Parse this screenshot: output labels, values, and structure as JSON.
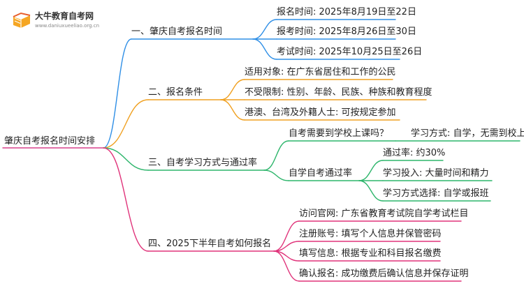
{
  "logo": {
    "name": "大牛教育自考网",
    "url": "www.daniuxueeliao.org.cn",
    "colors": {
      "primary": "#f5a623",
      "accent": "#e85d2a"
    }
  },
  "root": {
    "label": "肇庆自考报名时间安排"
  },
  "colors": {
    "root_line": "#d9408c",
    "branch1": "#2f8fe6",
    "branch2": "#f0a020",
    "branch3": "#2db56b",
    "branch4": "#e0337a"
  },
  "branches": [
    {
      "label": "一、肇庆自考报名时间",
      "children": [
        {
          "label": "报名时间: 2025年8月19日至22日"
        },
        {
          "label": "报考时间: 2025年8月26日至30日"
        },
        {
          "label": "考试时间: 2025年10月25日至26日"
        }
      ]
    },
    {
      "label": "二、报名条件",
      "children": [
        {
          "label": "适用对象: 在广东省居住和工作的公民"
        },
        {
          "label": "不受限制: 性别、年龄、民族、种族和教育程度"
        },
        {
          "label": "港澳、台湾及外籍人士: 可按规定参加"
        }
      ]
    },
    {
      "label": "三、自考学习方式与通过率",
      "children": [
        {
          "label": "自考需要到学校上课吗？",
          "children": [
            {
              "label": "学习方式: 自学，无需到校上课"
            }
          ]
        },
        {
          "label": "自学自考通过率",
          "children": [
            {
              "label": "通过率: 约30%"
            },
            {
              "label": "学习投入: 大量时间和精力"
            },
            {
              "label": "学习方式选择: 自学或报班"
            }
          ]
        }
      ]
    },
    {
      "label": "四、2025下半年自考如何报名",
      "children": [
        {
          "label": "访问官网: 广东省教育考试院自学考试栏目"
        },
        {
          "label": "注册账号: 填写个人信息并保管密码"
        },
        {
          "label": "填写信息: 根据专业和科目报名缴费"
        },
        {
          "label": "确认报名: 成功缴费后确认信息并保存证明"
        }
      ]
    }
  ]
}
